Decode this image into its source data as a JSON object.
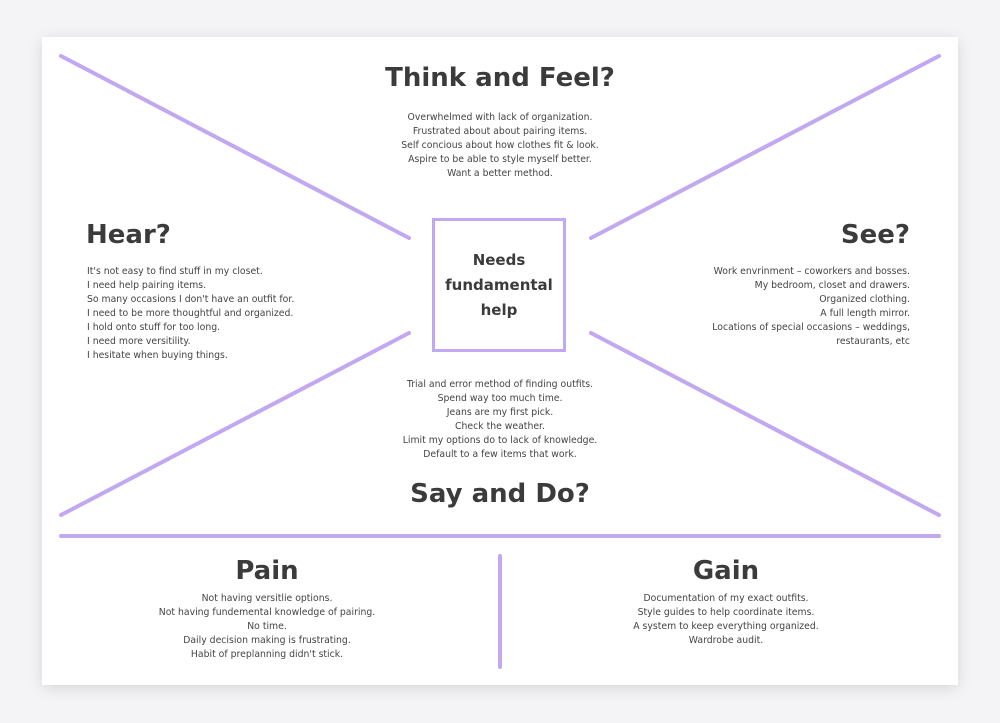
{
  "colors": {
    "accent_line": "#c1a8f0",
    "text": "#3b3b3b",
    "background": "#ffffff"
  },
  "center": {
    "label": "Needs fundamental help"
  },
  "think_feel": {
    "title": "Think and Feel?",
    "items": [
      "Overwhelmed with lack of organization.",
      "Frustrated about about pairing items.",
      "Self concious about how clothes fit & look.",
      "Aspire to be able to style myself better.",
      "Want a better method."
    ]
  },
  "hear": {
    "title": "Hear?",
    "items": [
      "It's not easy to find stuff in my closet.",
      "I need help pairing items.",
      "So many occasions I don't have an outfit for.",
      "I need to be more thoughtful and organized.",
      "I hold onto stuff for too long.",
      "I need more versitility.",
      "I hesitate when buying things."
    ]
  },
  "see": {
    "title": "See?",
    "items": [
      "Work envrinment – coworkers and bosses.",
      "My bedroom, closet and drawers.",
      "Organized clothing.",
      "A full length mirror.",
      "Locations of special occasions – weddings,",
      "restaurants, etc"
    ]
  },
  "say_do": {
    "title": "Say and Do?",
    "items": [
      "Trial and error method of finding outfits.",
      "Spend way too much time.",
      "Jeans are my first pick.",
      "Check the weather.",
      "Limit my options do to lack of knowledge.",
      "Default to a few items that work."
    ]
  },
  "pain": {
    "title": "Pain",
    "items": [
      "Not having versitlie options.",
      "Not having fundemental knowledge of pairing.",
      "No time.",
      "Daily decision making is frustrating.",
      "Habit of preplanning didn't stick."
    ]
  },
  "gain": {
    "title": "Gain",
    "items": [
      "Documentation of my exact outfits.",
      "Style guides to help coordinate items.",
      "A system to keep everything organized.",
      "Wardrobe audit."
    ]
  }
}
